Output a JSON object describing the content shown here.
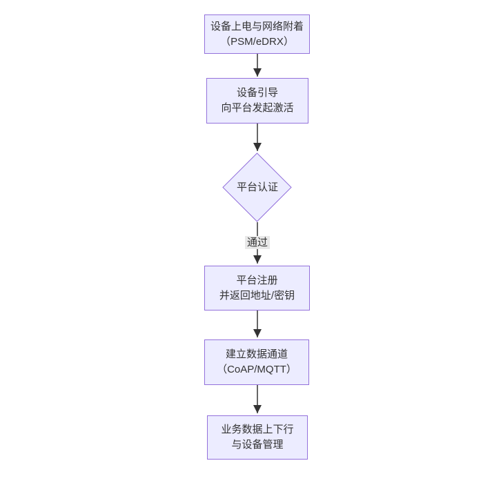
{
  "diagram": {
    "type": "flowchart",
    "direction": "top-down",
    "background": "#ffffff",
    "nodes": [
      {
        "shape": "rect",
        "line1": "设备上电与网络附着",
        "line2": "（PSM/eDRX）"
      },
      {
        "shape": "rect",
        "line1": "设备引导",
        "line2": "向平台发起激活"
      },
      {
        "shape": "diamond",
        "label": "平台认证"
      },
      {
        "shape": "rect",
        "line1": "平台注册",
        "line2": "并返回地址/密钥"
      },
      {
        "shape": "rect",
        "line1": "建立数据通道",
        "line2": "（CoAP/MQTT）"
      },
      {
        "shape": "rect",
        "line1": "业务数据上下行",
        "line2": "与设备管理"
      }
    ],
    "edges": [
      {
        "from_index": 0,
        "to_index": 1,
        "label": ""
      },
      {
        "from_index": 1,
        "to_index": 2,
        "label": ""
      },
      {
        "from_index": 2,
        "to_index": 3,
        "label": "通过"
      },
      {
        "from_index": 3,
        "to_index": 4,
        "label": ""
      },
      {
        "from_index": 4,
        "to_index": 5,
        "label": ""
      }
    ],
    "colors": {
      "node_fill": "#ECECFF",
      "node_border": "#9370DB",
      "text": "#333333",
      "edge": "#333333",
      "edge_label_bg": "#e8e8e8"
    }
  }
}
